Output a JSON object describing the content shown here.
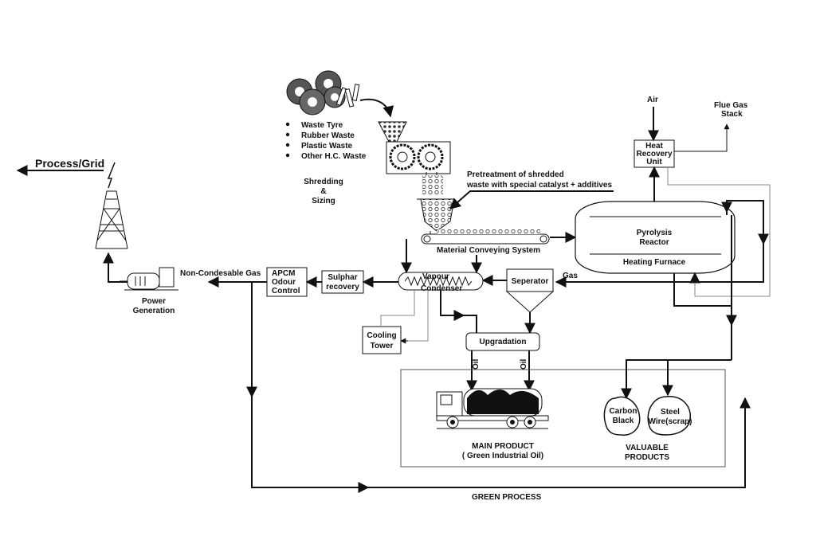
{
  "labels": {
    "process_grid": "Process/Grid",
    "waste_items": [
      "Waste Tyre",
      "Rubber Waste",
      "Plastic Waste",
      "Other  H.C. Waste"
    ],
    "shredding": [
      "Shredding",
      "&",
      "Sizing"
    ],
    "pretreatment": [
      "Pretreatment of shredded",
      "waste with special catalyst + additives"
    ],
    "conveying": "Material Conveying System",
    "air": "Air",
    "flue_gas": [
      "Flue Gas",
      "Stack"
    ],
    "heat_recovery": [
      "Heat",
      "Recovery",
      "Unit"
    ],
    "reactor": [
      "Pyrolysis",
      "Reactor"
    ],
    "furnace": "Heating Furnace",
    "gas": "Gas",
    "separator": "Seperator",
    "vapour": "Vapour",
    "condenser": "Condenser",
    "sulphar": [
      "Sulphar",
      "recovery"
    ],
    "apcm": [
      "APCM",
      "Odour",
      "Control"
    ],
    "non_condensable": "Non-Condesable Gas",
    "power": [
      "Power",
      "Generation"
    ],
    "cooling": [
      "Cooling",
      "Tower"
    ],
    "upgradation": "Upgradation",
    "oil": "Oil",
    "main_product": [
      "MAIN PRODUCT",
      "( Green Industrial Oil)"
    ],
    "carbon": [
      "Carbon",
      "Black"
    ],
    "steel": [
      "Steel",
      "Wire(scrap)"
    ],
    "valuable": [
      "VALUABLE",
      "PRODUCTS"
    ],
    "green_process": "GREEN PROCESS"
  }
}
